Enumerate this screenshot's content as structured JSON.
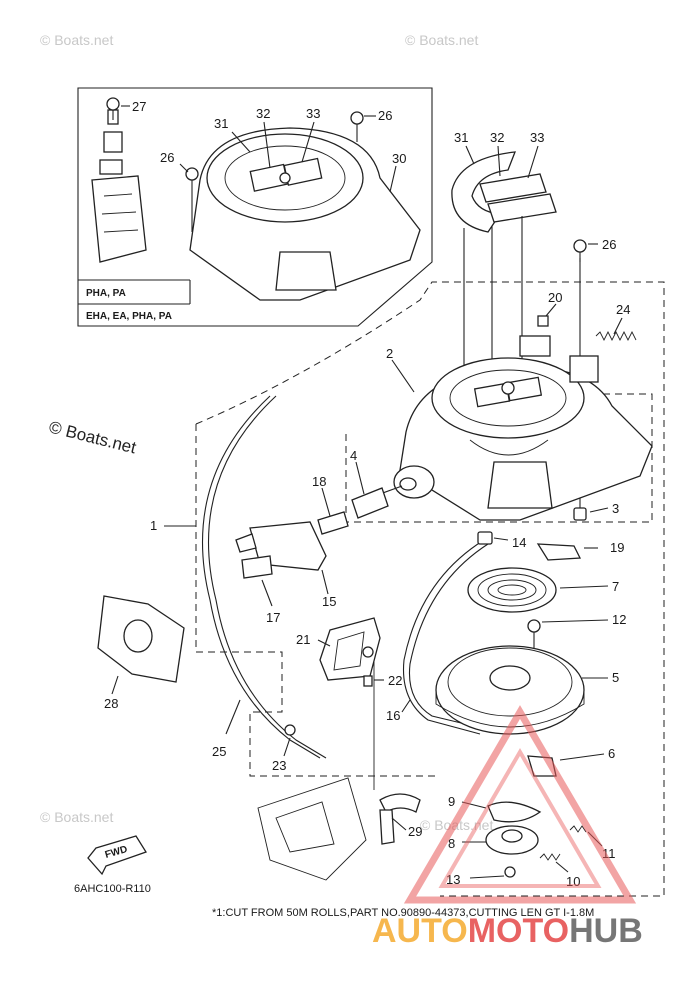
{
  "watermarks": [
    "© Boats.net",
    "© Boats.net",
    "© Boats.net",
    "© Boats.net",
    "© Boats.net"
  ],
  "inset": {
    "label_pha_pa": "PHA, PA",
    "label_eha": "EHA, EA, PHA, PA",
    "callouts": [
      "27",
      "31",
      "32",
      "33",
      "26",
      "26",
      "30"
    ]
  },
  "callouts": {
    "p1": "1",
    "p2": "2",
    "p3": "3",
    "p4": "4",
    "p5": "5",
    "p6": "6",
    "p7": "7",
    "p8": "8",
    "p9": "9",
    "p10": "10",
    "p11": "11",
    "p12": "12",
    "p13": "13",
    "p14": "14",
    "p15": "15",
    "p16": "16",
    "p17": "17",
    "p18": "18",
    "p19": "19",
    "p20": "20",
    "p21": "21",
    "p22": "22",
    "p23": "23",
    "p24": "24",
    "p25": "25",
    "p26": "26",
    "p28": "28",
    "p29": "29",
    "p31": "31",
    "p32": "32",
    "p33": "33"
  },
  "fwd_label": "FWD",
  "diagram_code": "6AHC100-R110",
  "footnote": "*1:CUT FROM 50M ROLLS,PART NO.90890-44373,CUTTING LEN GT I-1.8M",
  "brand": {
    "part_auto": "AUTO",
    "part_moto": "MOTO",
    "part_hub": "HUB",
    "color_auto": "#f5a623",
    "color_moto": "#e33b3b",
    "color_hub": "#555555"
  }
}
